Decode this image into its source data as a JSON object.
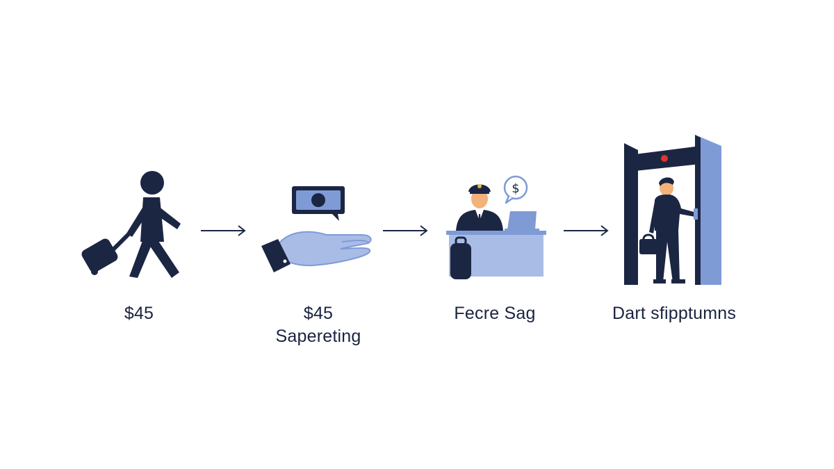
{
  "colors": {
    "navy": "#1b2643",
    "periwinkle": "#7f9bd6",
    "light_blue": "#a9bce6",
    "red_light": "#e0342c",
    "white": "#ffffff"
  },
  "steps": [
    {
      "icon": "traveler-with-luggage-icon",
      "lines": [
        "$45"
      ]
    },
    {
      "icon": "hand-receiving-money-icon",
      "lines": [
        "$45",
        "Sapereting"
      ]
    },
    {
      "icon": "airline-counter-agent-icon",
      "lines": [
        "Fecre Sag"
      ]
    },
    {
      "icon": "security-scanner-icon",
      "lines": [
        "Dart sfipptumns"
      ]
    }
  ]
}
